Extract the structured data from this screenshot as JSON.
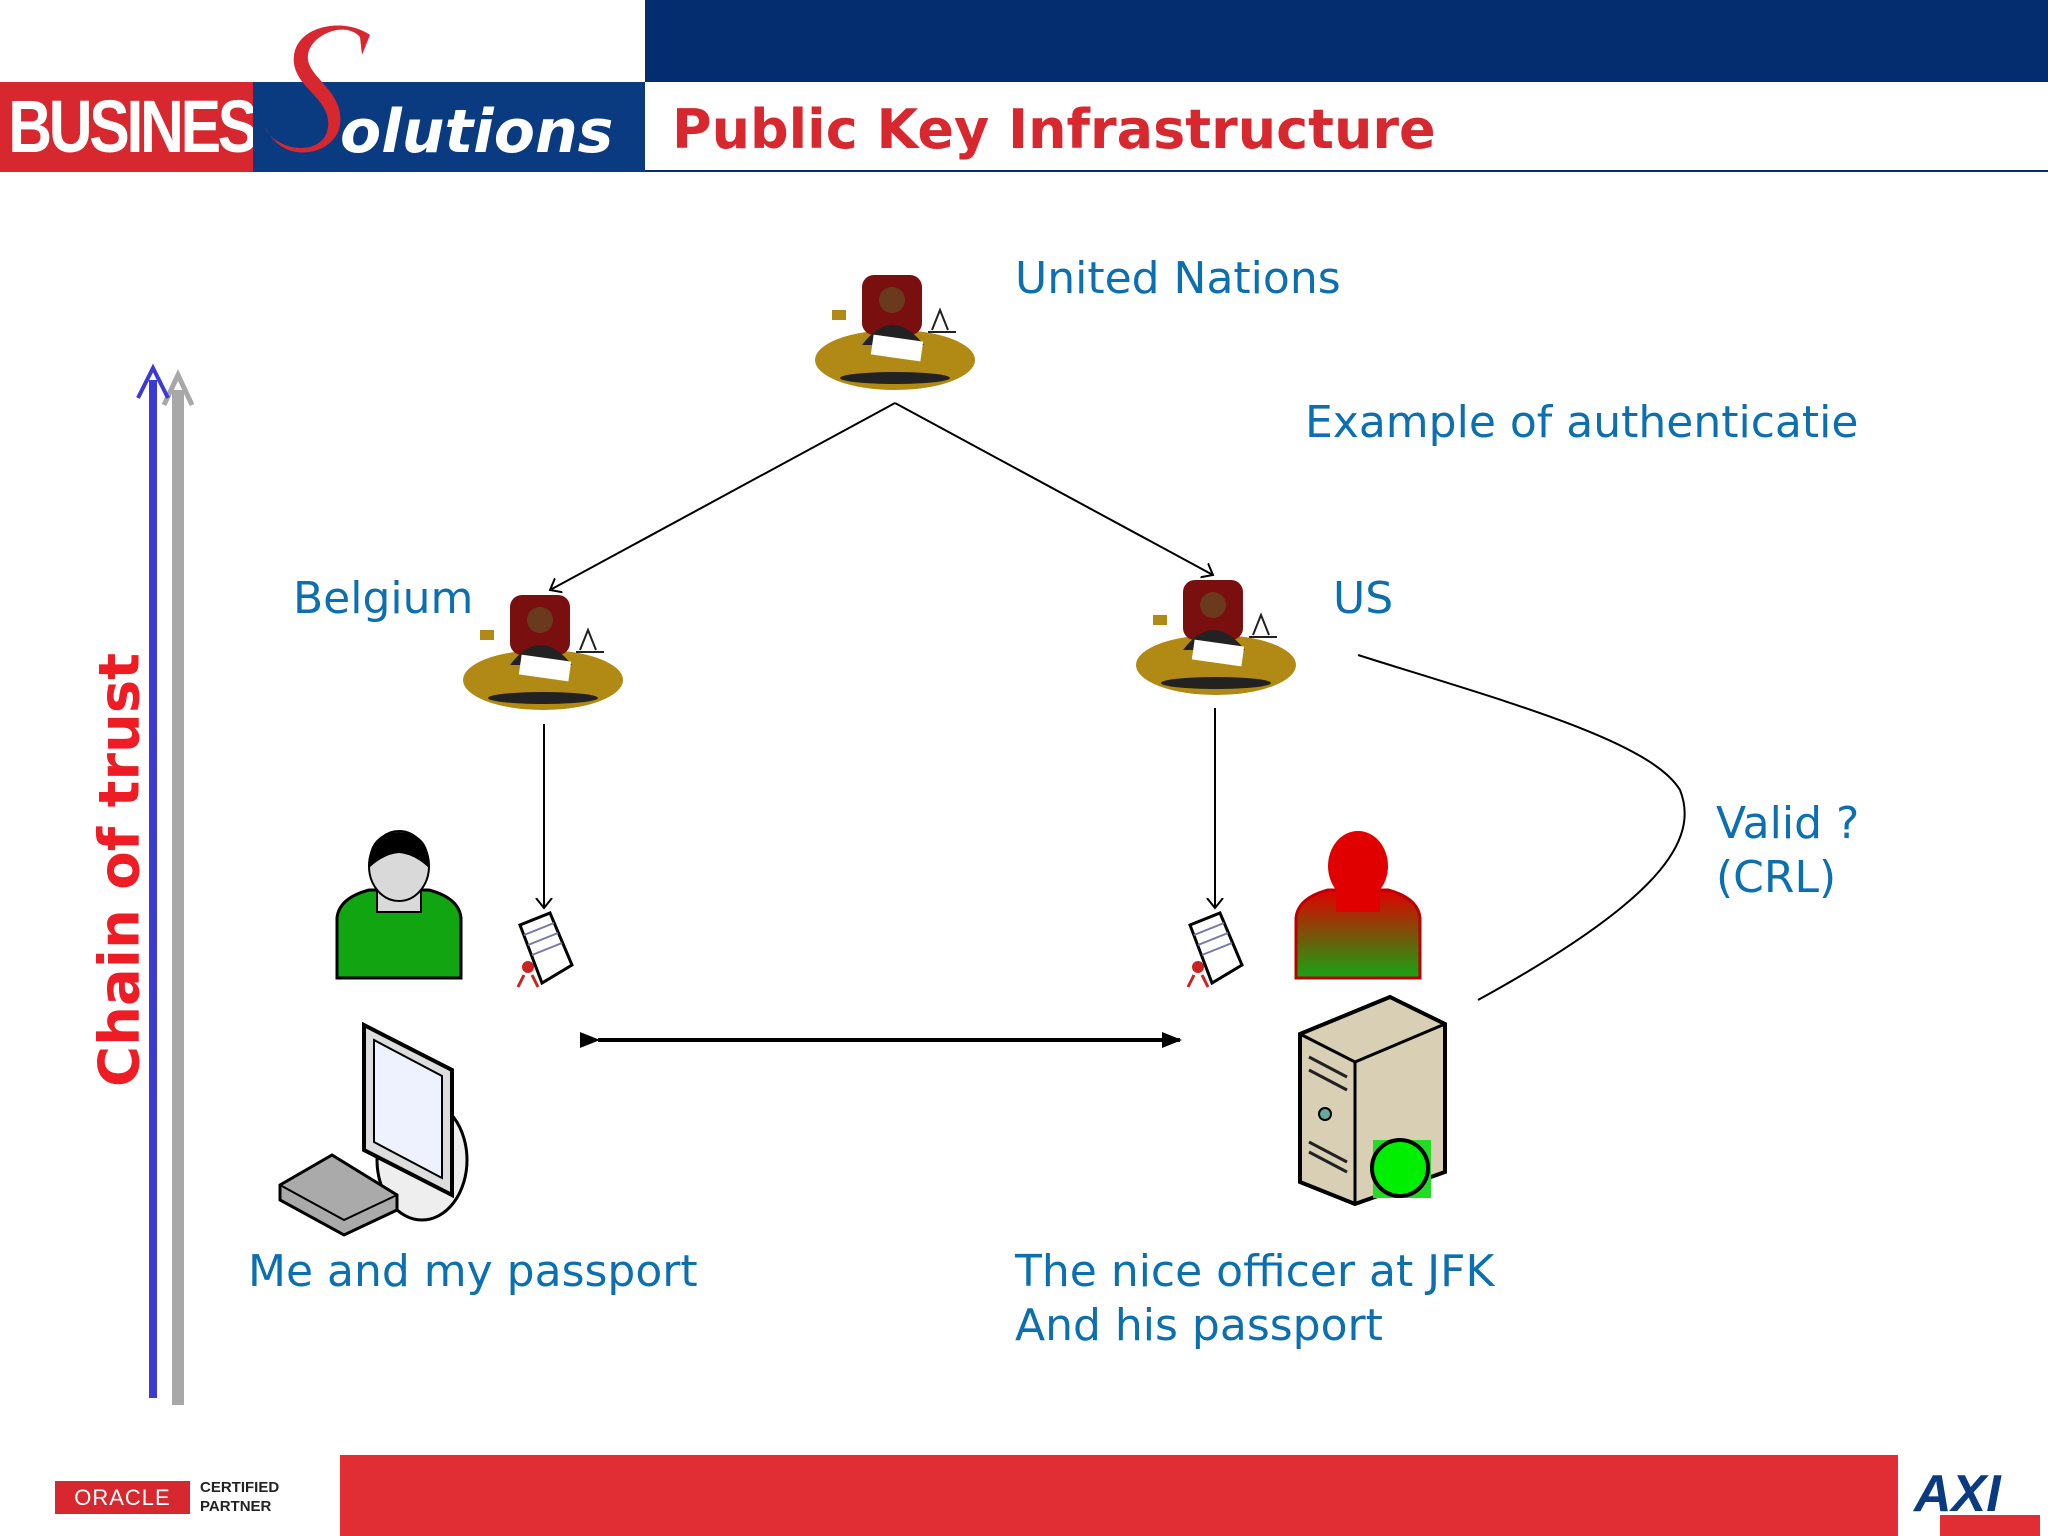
{
  "header": {
    "logo_business": "BUSINESS",
    "logo_solutions": "olutions",
    "title": "Public Key Infrastructure"
  },
  "diagram": {
    "united_nations": "United Nations",
    "example": "Example of authenticatie",
    "belgium": "Belgium",
    "us": "US",
    "valid_line1": "Valid ?",
    "valid_line2": "(CRL)",
    "me_caption": "Me and my passport",
    "officer_line1": "The nice officer at JFK",
    "officer_line2": "And his passport",
    "chain_of_trust": "Chain of trust"
  },
  "footer": {
    "oracle": "ORACLE",
    "certified_line1": "CERTIFIED",
    "certified_line2": "PARTNER",
    "axi": "AXI"
  },
  "colors": {
    "navy": "#032d6e",
    "brand_red": "#d7272f",
    "label_blue": "#0b6fb0",
    "chain_red": "#ee1c25",
    "arrow_blue": "#3b3bd4"
  }
}
